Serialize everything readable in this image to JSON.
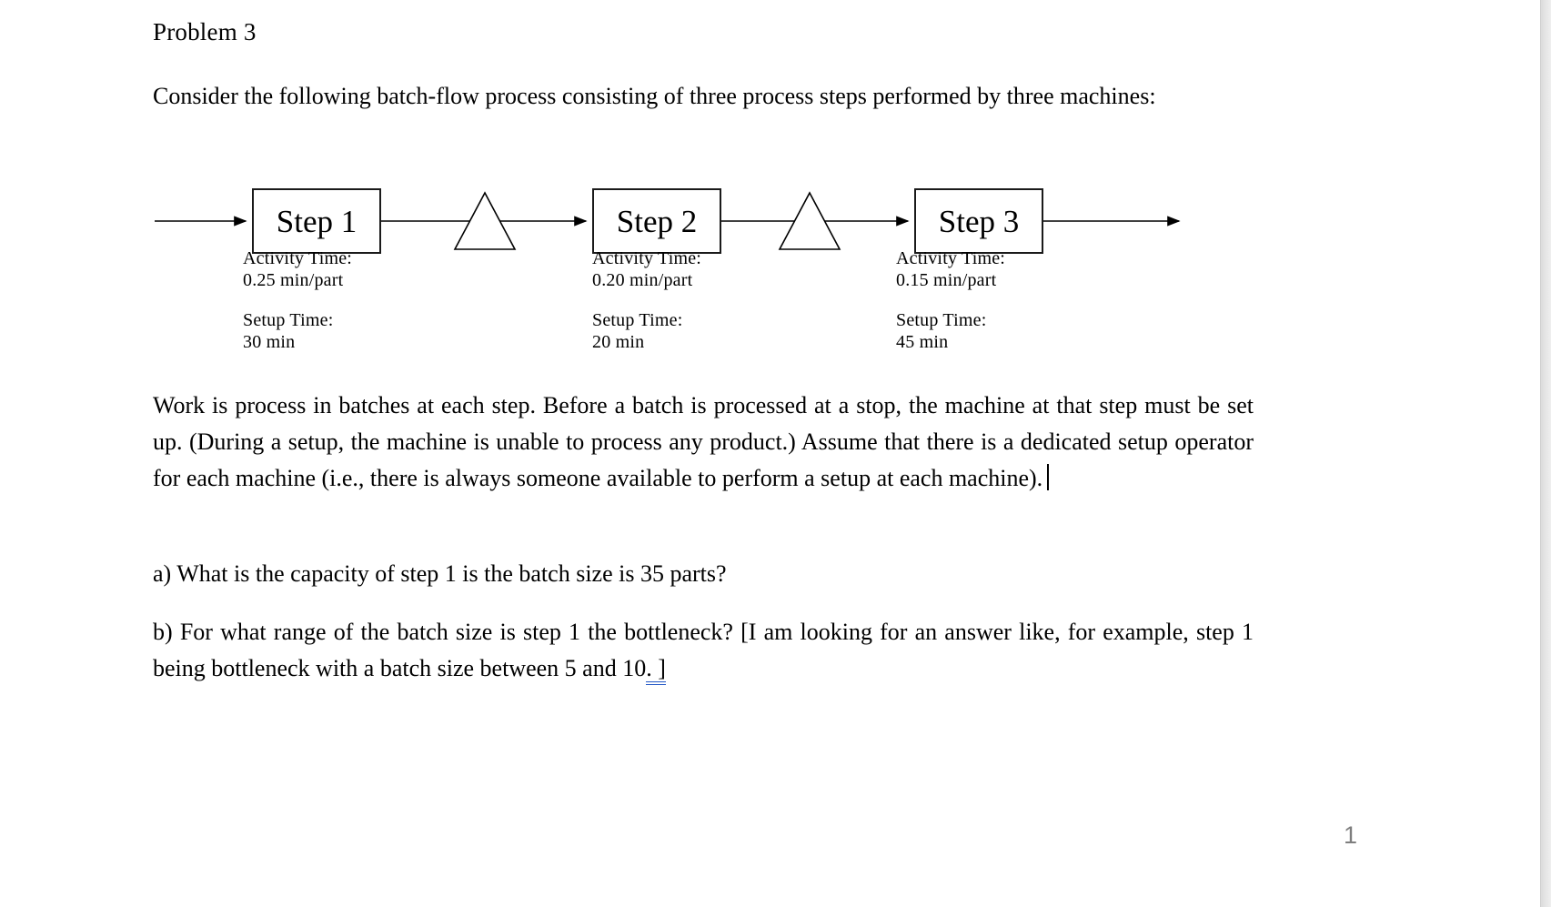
{
  "page": {
    "title": "Problem 3",
    "intro": "Consider the following batch-flow process consisting of three process steps performed by three machines:",
    "body": "Work is process in batches at each step. Before a batch is processed at a stop, the machine at that step must be set up. (During a setup, the machine is unable to process any product.) Assume that there is a dedicated setup operator for each machine (i.e., there is always someone available to perform a setup at each machine).",
    "question_a": "a) What is the capacity of step 1 is the batch size is 35 parts?",
    "question_b_main": "b) For what range of the batch size is step 1 the bottleneck? [I am looking for an answer like, for example, step 1 being bottleneck with a batch size between 5 and 10",
    "question_b_grammar_marked": ". ]",
    "page_number": "1"
  },
  "diagram": {
    "steps": [
      {
        "label": "Step 1",
        "activity_label": "Activity Time:",
        "activity_value": "0.25 min/part",
        "setup_label": "Setup Time:",
        "setup_value": "30 min"
      },
      {
        "label": "Step 2",
        "activity_label": "Activity Time:",
        "activity_value": "0.20 min/part",
        "setup_label": "Setup Time:",
        "setup_value": "20 min"
      },
      {
        "label": "Step 3",
        "activity_label": "Activity Time:",
        "activity_value": "0.15 min/part",
        "setup_label": "Setup Time:",
        "setup_value": "45 min"
      }
    ],
    "icons": [
      "flow-arrow",
      "inventory-triangle",
      "process-box"
    ]
  },
  "colors": {
    "text": "#000000",
    "grammar_underline_blue": "#2257c5",
    "page_number_gray": "#7e7e7e",
    "scrollbar_strip": "#e4e4e4",
    "background": "#ffffff"
  }
}
